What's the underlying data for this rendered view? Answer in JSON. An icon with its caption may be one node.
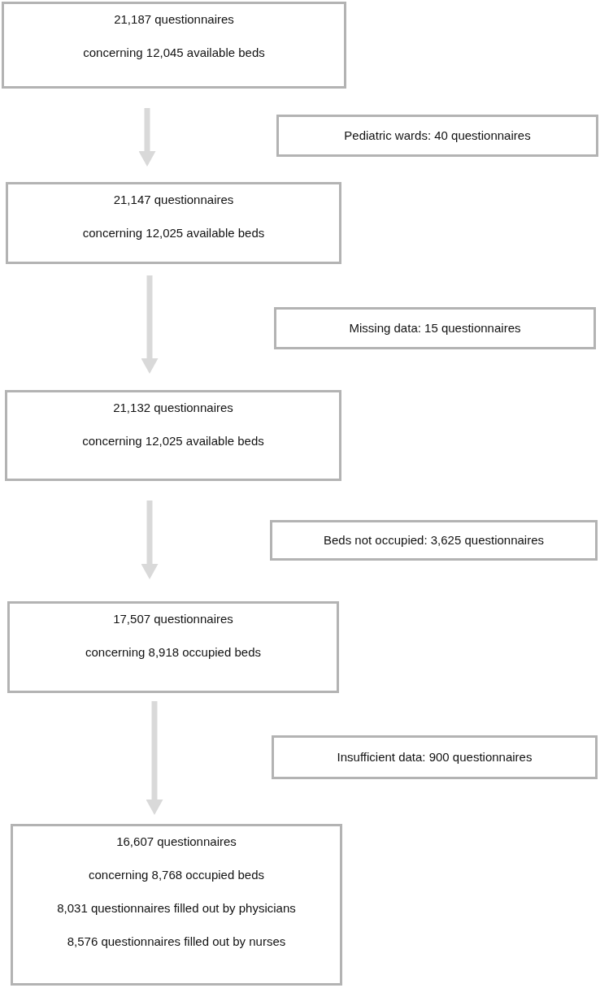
{
  "diagram": {
    "nodes": [
      {
        "text": [
          "21,187 questionnaires",
          "concerning 12,045 available beds"
        ]
      },
      {
        "text": [
          "Pediatric wards: 40 questionnaires"
        ]
      },
      {
        "text": [
          "21,147 questionnaires",
          "concerning 12,025 available beds"
        ]
      },
      {
        "text": [
          "Missing data: 15 questionnaires"
        ]
      },
      {
        "text": [
          "21,132 questionnaires",
          "concerning 12,025 available beds"
        ]
      },
      {
        "text": [
          "Beds not occupied: 3,625 questionnaires"
        ]
      },
      {
        "text": [
          "17,507 questionnaires",
          "concerning 8,918 occupied beds"
        ]
      },
      {
        "text": [
          "Insufficient data: 900 questionnaires"
        ]
      },
      {
        "text": [
          "16,607 questionnaires",
          "concerning 8,768 occupied beds",
          "8,031 questionnaires filled out by physicians",
          "8,576 questionnaires filled out by nurses"
        ]
      }
    ],
    "edges": [
      {
        "from": 0,
        "to": 2,
        "arrow": "to"
      },
      {
        "from": 2,
        "to": 4,
        "arrow": "to"
      },
      {
        "from": 4,
        "to": 6,
        "arrow": "to"
      },
      {
        "from": 6,
        "to": 8,
        "arrow": "to"
      }
    ]
  }
}
